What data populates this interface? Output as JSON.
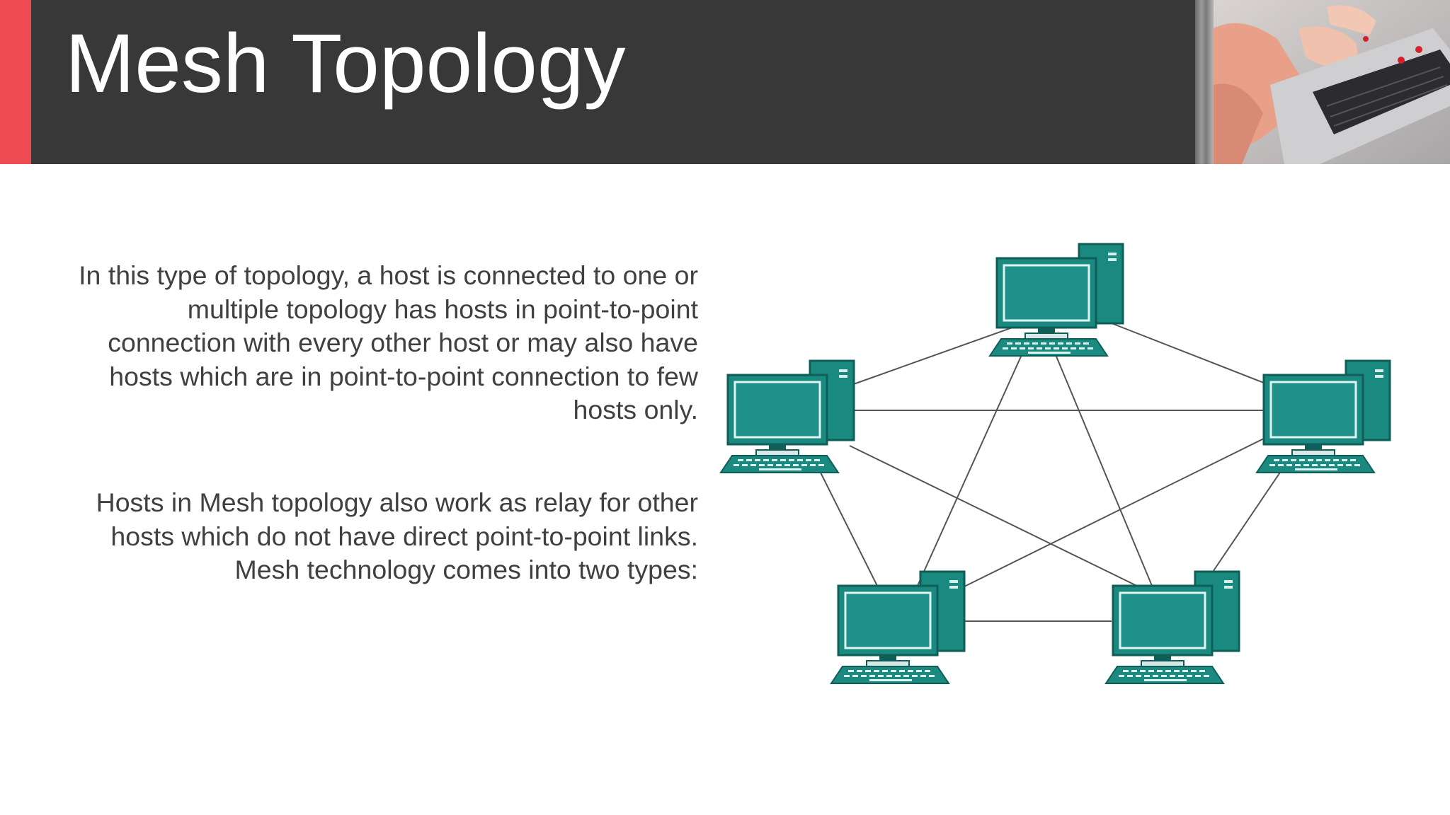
{
  "slide": {
    "title": "Mesh Topology",
    "paragraphs": [
      "In this type of topology, a host is connected to one or multiple   topology has hosts in point-to-point connection with every other host or may also have hosts which are in point-to-point connection to few hosts only.",
      "Hosts in Mesh topology also work as relay for other hosts which do not have direct point-to-point links. Mesh technology comes into two types:"
    ]
  },
  "colors": {
    "header_bg": "#383838",
    "accent": "#ee4a52",
    "text": "#404040",
    "computer_teal": "#1a8a80",
    "computer_dark": "#0f5e58",
    "link_line": "#555555"
  },
  "diagram": {
    "nodes": [
      {
        "id": "top",
        "icon": "desktop-computer-icon"
      },
      {
        "id": "left",
        "icon": "desktop-computer-icon"
      },
      {
        "id": "right",
        "icon": "desktop-computer-icon"
      },
      {
        "id": "bottom-left",
        "icon": "desktop-computer-icon"
      },
      {
        "id": "bottom-right",
        "icon": "desktop-computer-icon"
      }
    ],
    "links": [
      [
        "top",
        "left"
      ],
      [
        "top",
        "right"
      ],
      [
        "top",
        "bottom-left"
      ],
      [
        "top",
        "bottom-right"
      ],
      [
        "left",
        "right"
      ],
      [
        "left",
        "bottom-left"
      ],
      [
        "left",
        "bottom-right"
      ],
      [
        "right",
        "bottom-left"
      ],
      [
        "right",
        "bottom-right"
      ],
      [
        "bottom-left",
        "bottom-right"
      ]
    ]
  }
}
